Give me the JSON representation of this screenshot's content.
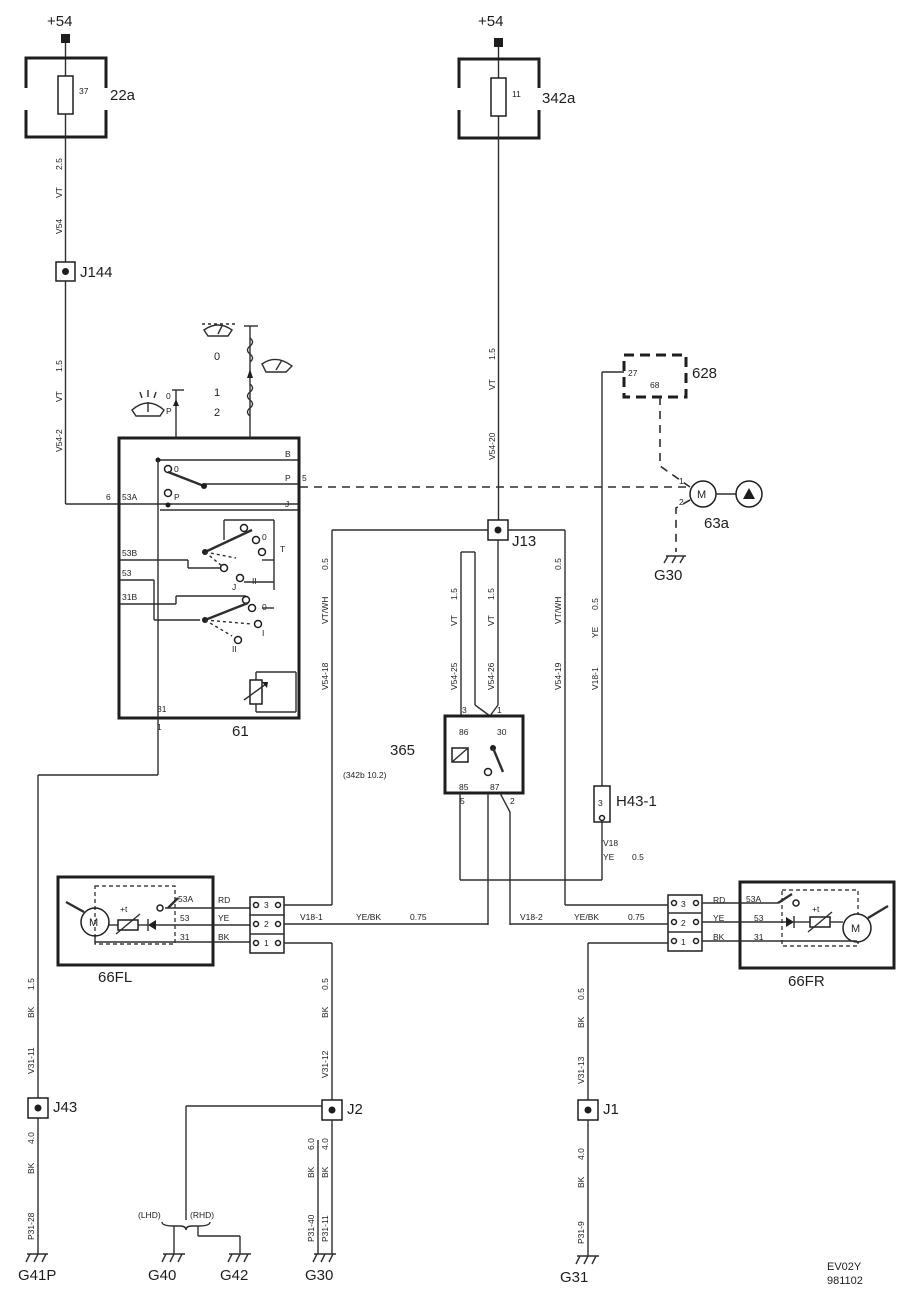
{
  "supply": {
    "left": "+54",
    "mid": "+54"
  },
  "fuses": {
    "f22a": {
      "num": "37",
      "label": "22a"
    },
    "f342a": {
      "num": "11",
      "label": "342a"
    }
  },
  "junctions": {
    "j144": "J144",
    "j13": "J13",
    "j43": "J43",
    "j2": "J2",
    "j1": "J1"
  },
  "components": {
    "switch": "61",
    "relay": "365",
    "relay_ref": "(342b 10.2)",
    "washer_ctrl": "628",
    "washer_pin1": "27",
    "washer_pin2": "68",
    "pump": "63a",
    "motor_fl": "66FL",
    "motor_fr": "66FR",
    "connector": "H43-1"
  },
  "grounds": {
    "g41p": "G41P",
    "g40": "G40",
    "g42": "G42",
    "g30a": "G30",
    "g30b": "G30",
    "g31": "G31"
  },
  "hand_labels": {
    "lhd": "(LHD)",
    "rhd": "(RHD)"
  },
  "footer": {
    "code": "EV02Y",
    "date": "981102"
  },
  "wire_labels": {
    "w1_size": "2.5",
    "w1_color": "VT",
    "w1_id": "V54",
    "w2_size": "1.5",
    "w2_color": "VT",
    "w2_id": "V54-2",
    "w3_size": "1.5",
    "w3_color": "VT",
    "w3_id": "V54-20",
    "w4_size": "0.5",
    "w4_color": "VT/WH",
    "w4_id": "V54-18",
    "w5_size": "1.5",
    "w5_color": "VT",
    "w5_id": "V54-25",
    "w6_size": "1.5",
    "w6_color": "VT",
    "w6_id": "V54-26",
    "w7_size": "0.5",
    "w7_color": "VT/WH",
    "w7_id": "V54-19",
    "w8_size": "0.5",
    "w8_color": "YE",
    "w8_id": "V18-1",
    "w9_id": "V18",
    "w9_color": "YE",
    "w9_size": "0.5",
    "w10_id": "V18-1",
    "w10_color": "YE/BK",
    "w10_size": "0.75",
    "w11_id": "V18-2",
    "w11_color": "YE/BK",
    "w11_size": "0.75",
    "w12_size": "1.5",
    "w12_color": "BK",
    "w12_id": "V31-11",
    "w13_size": "4.0",
    "w13_color": "BK",
    "w13_id": "P31-28",
    "w14_size": "0.5",
    "w14_color": "BK",
    "w14_id": "V31-12",
    "w15_size": "6.0",
    "w15_color": "BK",
    "w15_id": "P31-40",
    "w16_size": "4.0",
    "w16_color": "BK",
    "w16_id": "P31-11",
    "w17_size": "0.5",
    "w17_color": "BK",
    "w17_id": "V31-13",
    "w18_size": "4.0",
    "w18_color": "BK",
    "w18_id": "P31-9"
  },
  "switch_pins": {
    "b": "B",
    "p": "P",
    "j": "J",
    "p5": "5",
    "p6": "6",
    "p53a": "53A",
    "p53b": "53B",
    "p53": "53",
    "p31b": "31B",
    "p31": "31",
    "p1": "1",
    "s0": "0",
    "sp": "P",
    "s0b": "0",
    "st": "T",
    "sj": "J",
    "sii": "II",
    "sj2": "J",
    "si": "I",
    "sii2": "II",
    "s0c": "0",
    "si2": "I",
    "pos0": "0",
    "pos1": "1",
    "pos2": "2",
    "posP": "P",
    "posP0": "0"
  },
  "relay_pins": {
    "r3": "3",
    "r1": "1",
    "r86": "86",
    "r30": "30",
    "r85": "85",
    "r87": "87",
    "r5": "5",
    "r2": "2"
  },
  "pump_pins": {
    "p1": "1",
    "p2": "2",
    "m": "M"
  },
  "fl": {
    "p53a": "53A",
    "p53": "53",
    "p31": "31",
    "m": "M",
    "t": "+t",
    "rd": "RD",
    "ye": "YE",
    "bk": "BK",
    "c3": "3",
    "c2": "2",
    "c1": "1"
  },
  "fr": {
    "p53a": "53A",
    "p53": "53",
    "p31": "31",
    "m": "M",
    "t": "+t",
    "rd": "RD",
    "ye": "YE",
    "bk": "BK",
    "c3": "3",
    "c2": "2",
    "c1": "1"
  },
  "h43_pin": "3"
}
